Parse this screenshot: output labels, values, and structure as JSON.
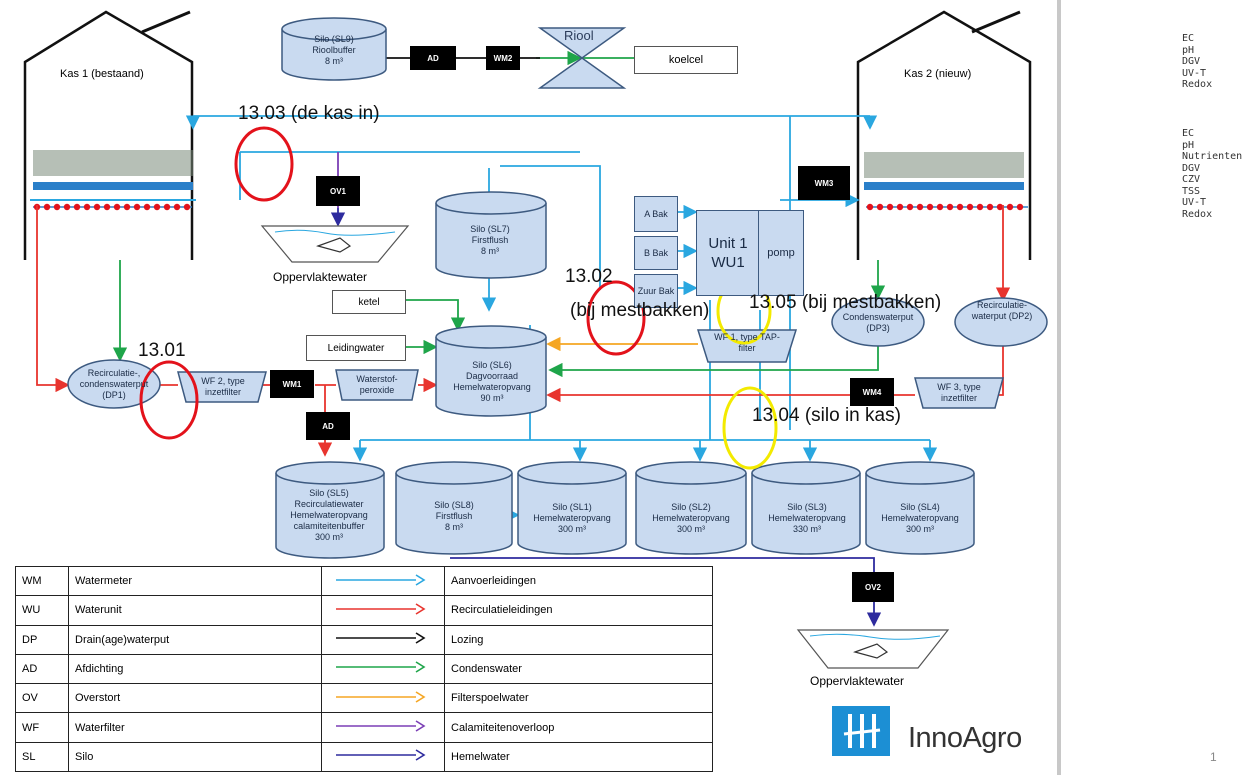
{
  "greenhouses": {
    "kas1_label": "Kas 1 (bestaand)",
    "kas2_label": "Kas 2 (nieuw)"
  },
  "silos": {
    "sl9": [
      "Silo (SL9)",
      "Rioolbuffer",
      "",
      "8 m³"
    ],
    "sl7": [
      "Silo (SL7)",
      "Firstflush",
      "8 m³"
    ],
    "sl6": [
      "Silo (SL6)",
      "Dagvoorraad",
      "Hemelwateropvang",
      "90 m³"
    ],
    "sl5": [
      "Silo (SL5)",
      "Recirculatiewater",
      "Hemelwateropvang",
      "calamiteitenbuffer",
      "300 m³"
    ],
    "sl8": [
      "Silo (SL8)",
      "Firstflush",
      "",
      "8 m³"
    ],
    "sl1": [
      "Silo (SL1)",
      "Hemelwateropvang",
      "",
      "300 m³"
    ],
    "sl2": [
      "Silo (SL2)",
      "Hemelwateropvang",
      "",
      "300 m³"
    ],
    "sl3": [
      "Silo (SL3)",
      "Hemelwateropvang",
      "",
      "330 m³"
    ],
    "sl4": [
      "Silo (SL4)",
      "Hemelwateropvang",
      "",
      "300 m³"
    ]
  },
  "components": {
    "ad_top": "AD",
    "wm2": "WM2",
    "riool": "Riool",
    "koelcel": "koelcel",
    "ov1": "OV1",
    "ov2": "OV2",
    "wm3": "WM3",
    "wm1": "WM1",
    "wm4": "WM4",
    "ad_mid": "AD",
    "ketel": "ketel",
    "leidingwater": "Leidingwater",
    "a_bak": "A Bak",
    "b_bak": "B Bak",
    "zuur_bak": "Zuur Bak",
    "unit1_line1": "Unit 1",
    "unit1_line2": "WU1",
    "pomp": "pomp",
    "wf1": "WF 1, type TAP-filter",
    "wf2": "WF 2, type inzetfilter",
    "wf3": "WF 3, type inzetfilter",
    "waterstofperoxide": "Waterstof-peroxide",
    "dp1": "Recirculatie-, condenswaterput (DP1)",
    "dp2": "Recirculatie-waterput (DP2)",
    "dp3": "Condenswaterput (DP3)",
    "oppervlaktewater1": "Oppervlaktewater",
    "oppervlaktewater2": "Oppervlaktewater"
  },
  "annotations": {
    "a1303": "13.03 (de kas in)",
    "a1302_l1": "13.02",
    "a1302_l2": "(bij mestbakken)",
    "a1305": "13.05 (bij mestbakken)",
    "a1301": "13.01",
    "a1304": "13.04 (silo in kas)"
  },
  "measurement_legend": {
    "yellow": [
      "EC",
      "pH",
      "DGV",
      "UV-T",
      "Redox"
    ],
    "red": [
      "EC",
      "pH",
      "Nutrienten",
      "DGV",
      "CZV",
      "TSS",
      "UV-T",
      "Redox"
    ]
  },
  "legend_rows": [
    {
      "abbr": "WM",
      "meaning": "Watermeter",
      "line": "Aanvoerleidingen",
      "color": "#2aa7e0"
    },
    {
      "abbr": "WU",
      "meaning": "Waterunit",
      "line": "Recirculatieleidingen",
      "color": "#e8342e"
    },
    {
      "abbr": "DP",
      "meaning": "Drain(age)waterput",
      "line": "Lozing",
      "color": "#111111"
    },
    {
      "abbr": "AD",
      "meaning": "Afdichting",
      "line": "Condenswater",
      "color": "#1fa54a"
    },
    {
      "abbr": "OV",
      "meaning": "Overstort",
      "line": "Filterspoelwater",
      "color": "#f5a623"
    },
    {
      "abbr": "WF",
      "meaning": "Waterfilter",
      "line": "Calamiteitenoverloop",
      "color": "#7b3fb5"
    },
    {
      "abbr": "SL",
      "meaning": "Silo",
      "line": "Hemelwater",
      "color": "#2e2b9e"
    }
  ],
  "logo": {
    "text": "InnoAgro",
    "icon": "innoagro-logo-icon"
  },
  "page_number": "1",
  "colors": {
    "supply": "#2aa7e0",
    "recirc": "#e8342e",
    "discharge": "#111111",
    "condens": "#1fa54a",
    "filter_rinse": "#f5a623",
    "overflow": "#7b3fb5",
    "rainwater": "#2e2b9e",
    "silo_fill": "#c9daf0",
    "silo_stroke": "#3d5a80"
  }
}
